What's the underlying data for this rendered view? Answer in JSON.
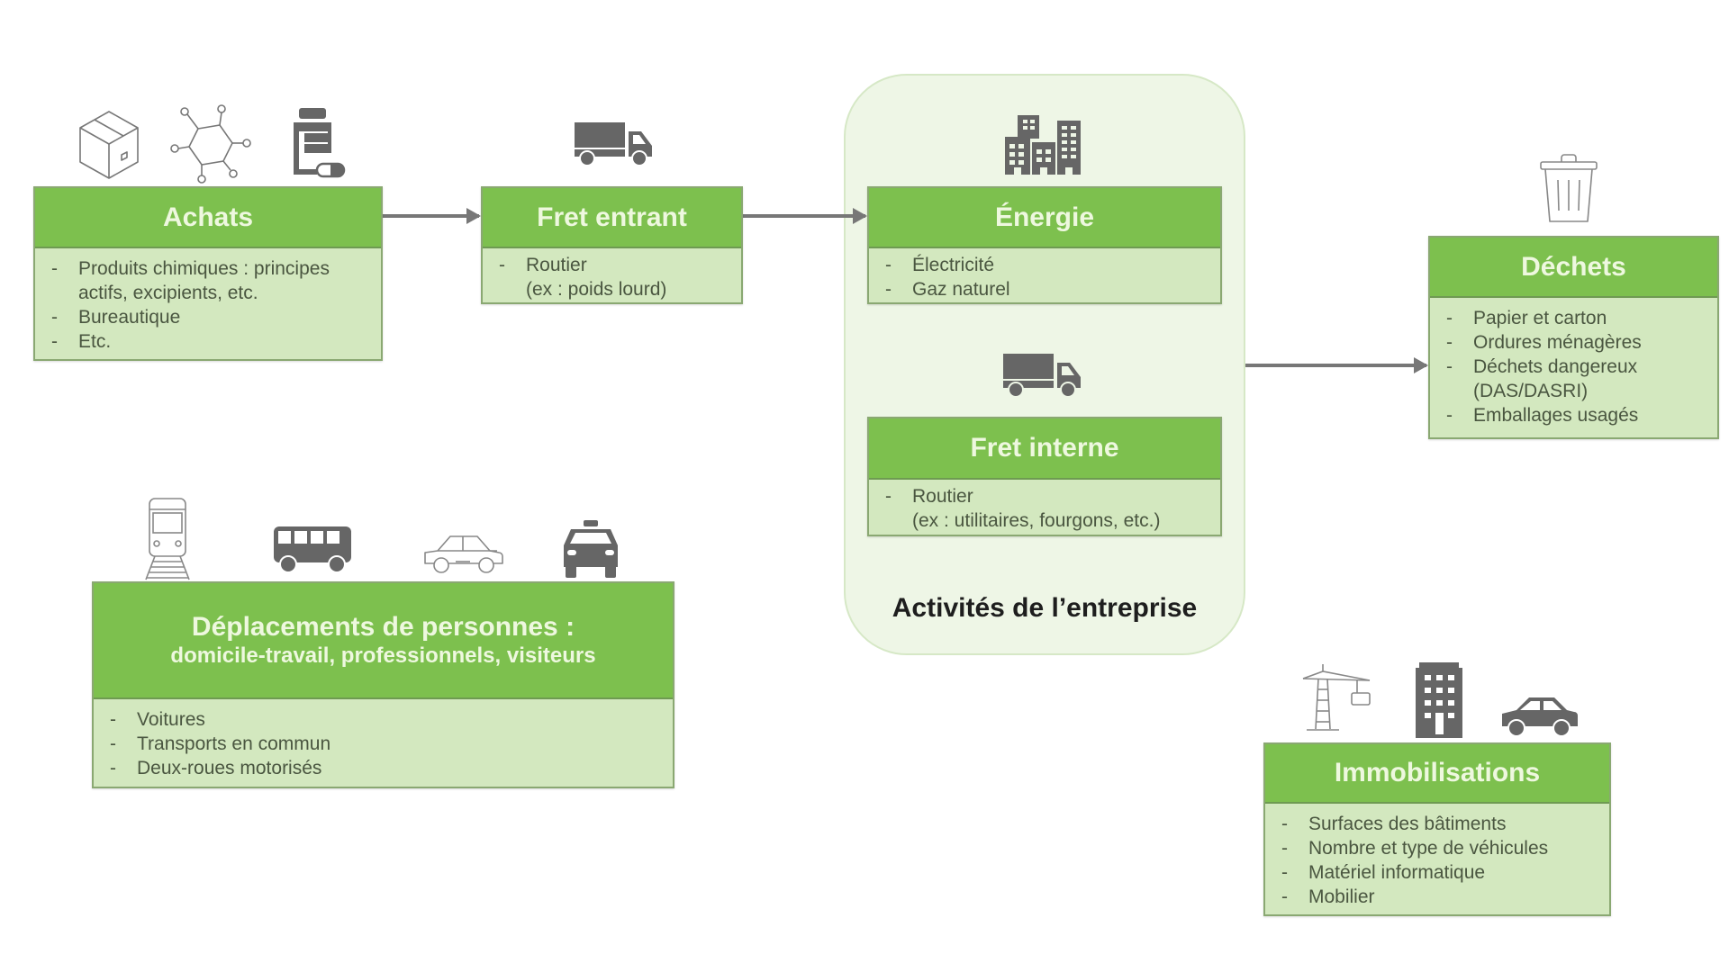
{
  "colors": {
    "header_green": "#7dc04e",
    "body_green": "#d3e8bf",
    "container_bg": "#eef6e6",
    "icon_gray": "#666666",
    "arrow_gray": "#777777"
  },
  "container": {
    "title": "Activités de l’entreprise"
  },
  "boxes": {
    "achats": {
      "title": "Achats",
      "icons": [
        "box-icon",
        "molecule-icon",
        "pill-bottle-icon"
      ],
      "items": [
        "Produits chimiques : principes actifs, excipients, etc.",
        "Bureautique",
        "Etc."
      ]
    },
    "fret_entrant": {
      "title": "Fret entrant",
      "icons": [
        "truck-icon"
      ],
      "items": [
        "Routier (ex : poids lourd)"
      ],
      "item_lines": [
        "Routier",
        "(ex : poids lourd)"
      ]
    },
    "energie": {
      "title": "Énergie",
      "icons": [
        "buildings-icon"
      ],
      "items": [
        "Électricité",
        "Gaz naturel"
      ]
    },
    "fret_interne": {
      "title": "Fret interne",
      "icons": [
        "truck-icon"
      ],
      "item_lines": [
        "Routier",
        "(ex : utilitaires, fourgons, etc.)"
      ]
    },
    "dechets": {
      "title": "Déchets",
      "icons": [
        "trash-icon"
      ],
      "items": [
        "Papier et carton",
        "Ordures ménagères",
        "Déchets dangereux (DAS/DASRI)",
        "Emballages usagés"
      ],
      "item3_lines": [
        "Déchets dangereux",
        "(DAS/DASRI)"
      ]
    },
    "deplacements": {
      "title": "Déplacements de personnes :",
      "subtitle": "domicile-travail, professionnels, visiteurs",
      "icons": [
        "train-icon",
        "bus-icon",
        "car-outline-icon",
        "taxi-icon"
      ],
      "items": [
        "Voitures",
        "Transports en commun",
        "Deux-roues motorisés"
      ]
    },
    "immobilisations": {
      "title": "Immobilisations",
      "icons": [
        "crane-icon",
        "building-icon",
        "car-icon"
      ],
      "items": [
        "Surfaces des bâtiments",
        "Nombre et type de véhicules",
        "Matériel informatique",
        "Mobilier"
      ]
    }
  },
  "dash": "-"
}
